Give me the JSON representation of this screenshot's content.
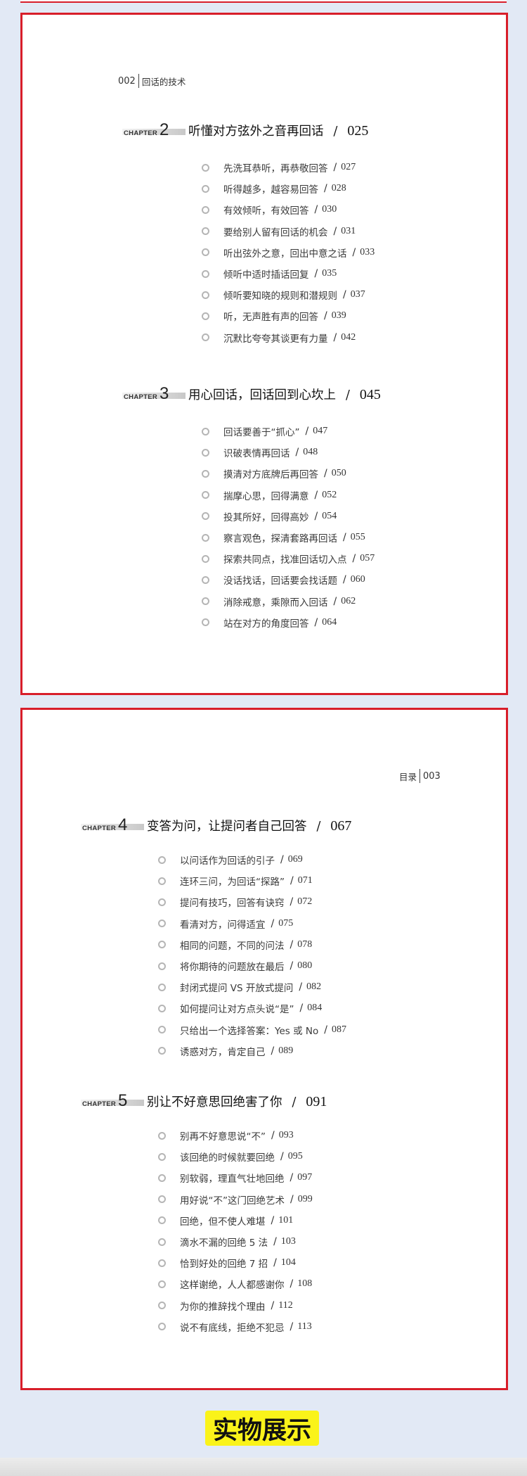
{
  "page_left": {
    "header": {
      "page_number": "002",
      "book_title": "回话的技术"
    },
    "chapters": [
      {
        "label": "CHAPTER",
        "number": "2",
        "title": "听懂对方弦外之音再回话",
        "page": "025",
        "entries": [
          {
            "text": "先洗耳恭听，再恭敬回答",
            "page": "027"
          },
          {
            "text": "听得越多，越容易回答",
            "page": "028"
          },
          {
            "text": "有效倾听，有效回答",
            "page": "030"
          },
          {
            "text": "要给别人留有回话的机会",
            "page": "031"
          },
          {
            "text": "听出弦外之意，回出中意之话",
            "page": "033"
          },
          {
            "text": "倾听中适时插话回复",
            "page": "035"
          },
          {
            "text": "倾听要知晓的规则和潜规则",
            "page": "037"
          },
          {
            "text": "听，无声胜有声的回答",
            "page": "039"
          },
          {
            "text": "沉默比夸夸其谈更有力量",
            "page": "042"
          }
        ]
      },
      {
        "label": "CHAPTER",
        "number": "3",
        "title": "用心回话，回话回到心坎上",
        "page": "045",
        "entries": [
          {
            "text": "回话要善于“抓心”",
            "page": "047"
          },
          {
            "text": "识破表情再回话",
            "page": "048"
          },
          {
            "text": "摸清对方底牌后再回答",
            "page": "050"
          },
          {
            "text": "揣摩心思，回得满意",
            "page": "052"
          },
          {
            "text": "投其所好，回得高妙",
            "page": "054"
          },
          {
            "text": "察言观色，探清套路再回话",
            "page": "055"
          },
          {
            "text": "探索共同点，找准回话切入点",
            "page": "057"
          },
          {
            "text": "没话找话，回话要会找话题",
            "page": "060"
          },
          {
            "text": "消除戒意，乘隙而入回话",
            "page": "062"
          },
          {
            "text": "站在对方的角度回答",
            "page": "064"
          }
        ]
      }
    ]
  },
  "page_right": {
    "header": {
      "page_number": "003",
      "book_title": "目录"
    },
    "chapters": [
      {
        "label": "CHAPTER",
        "number": "4",
        "title": "变答为问，让提问者自己回答",
        "page": "067",
        "entries": [
          {
            "text": "以问话作为回话的引子",
            "page": "069"
          },
          {
            "text": "连环三问，为回话“探路”",
            "page": "071"
          },
          {
            "text": "提问有技巧，回答有诀窍",
            "page": "072"
          },
          {
            "text": "看清对方，问得适宜",
            "page": "075"
          },
          {
            "text": "相同的问题，不同的问法",
            "page": "078"
          },
          {
            "text": "将你期待的问题放在最后",
            "page": "080"
          },
          {
            "text": "封闭式提问 VS 开放式提问",
            "page": "082"
          },
          {
            "text": "如何提问让对方点头说“是”",
            "page": "084"
          },
          {
            "text": "只给出一个选择答案：Yes 或 No",
            "page": "087"
          },
          {
            "text": "诱惑对方，肯定自己",
            "page": "089"
          }
        ]
      },
      {
        "label": "CHAPTER",
        "number": "5",
        "title": "别让不好意思回绝害了你",
        "page": "091",
        "entries": [
          {
            "text": "别再不好意思说“不”",
            "page": "093"
          },
          {
            "text": "该回绝的时候就要回绝",
            "page": "095"
          },
          {
            "text": "别软弱，理直气壮地回绝",
            "page": "097"
          },
          {
            "text": "用好说“不”这门回绝艺术",
            "page": "099"
          },
          {
            "text": "回绝，但不使人难堪",
            "page": "101"
          },
          {
            "text": "滴水不漏的回绝 5 法",
            "page": "103"
          },
          {
            "text": "恰到好处的回绝 7 招",
            "page": "104"
          },
          {
            "text": "这样谢绝，人人都感谢你",
            "page": "108"
          },
          {
            "text": "为你的推辞找个理由",
            "page": "112"
          },
          {
            "text": "说不有底线，拒绝不犯忌",
            "page": "113"
          }
        ]
      }
    ]
  },
  "banner": {
    "text": "实物展示"
  },
  "colors": {
    "frame": "#d81e2a",
    "background": "#e2e9f5",
    "banner": "#faf31a"
  }
}
